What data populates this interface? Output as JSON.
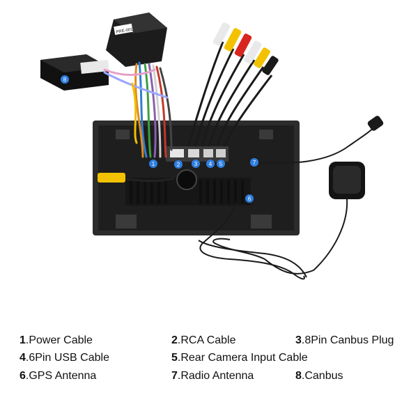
{
  "photo": {
    "badge_numbers": [
      "1",
      "2",
      "3",
      "4",
      "5",
      "6",
      "7",
      "8"
    ],
    "box_label": "PRE-001"
  },
  "legend": {
    "items": [
      {
        "num": "1",
        "text": ".Power Cable"
      },
      {
        "num": "2",
        "text": ".RCA Cable"
      },
      {
        "num": "3",
        "text": ".8Pin Canbus Plug"
      },
      {
        "num": "4",
        "text": ".6Pin USB Cable"
      },
      {
        "num": "5",
        "text": ".Rear Camera Input Cable"
      },
      {
        "num": "6",
        "text": ".GPS Antenna"
      },
      {
        "num": "7",
        "text": ".Radio Antenna"
      },
      {
        "num": "8",
        "text": ".Canbus"
      }
    ]
  },
  "colors": {
    "badge": "#2f7fe0",
    "unit_body": "#1e1e1e",
    "frame": "#2c2c2c",
    "rca_yellow": "#f2c200",
    "rca_red": "#d8261f",
    "rca_white": "#e9e9e9"
  }
}
